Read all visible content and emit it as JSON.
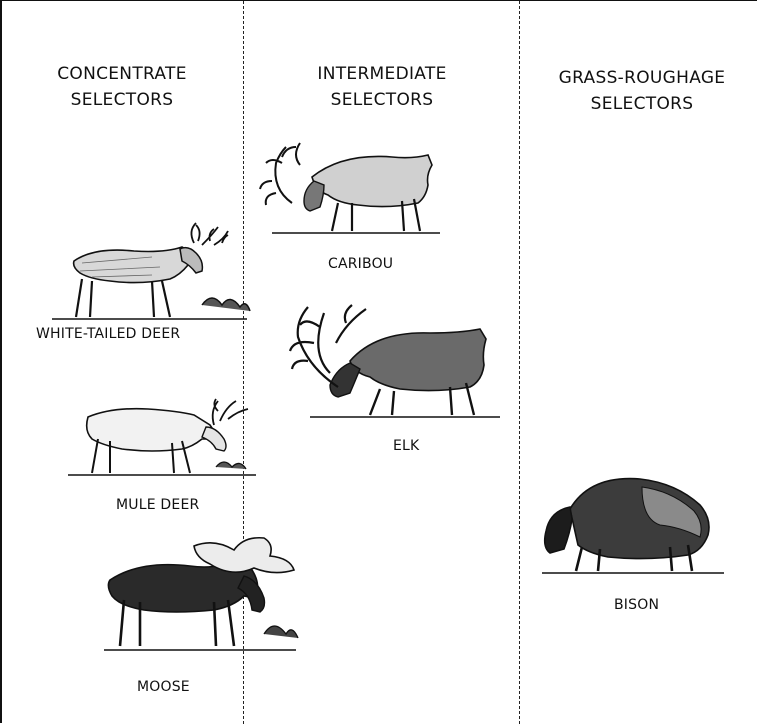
{
  "columns": [
    {
      "title_line1": "CONCENTRATE",
      "title_line2": "SELECTORS"
    },
    {
      "title_line1": "INTERMEDIATE",
      "title_line2": "SELECTORS"
    },
    {
      "title_line1": "GRASS-ROUGHAGE",
      "title_line2": "SELECTORS"
    }
  ],
  "animals": {
    "white_tailed_deer": "WHITE-TAILED DEER",
    "mule_deer": "MULE DEER",
    "moose": "MOOSE",
    "caribou": "CARIBOU",
    "elk": "ELK",
    "bison": "BISON"
  }
}
